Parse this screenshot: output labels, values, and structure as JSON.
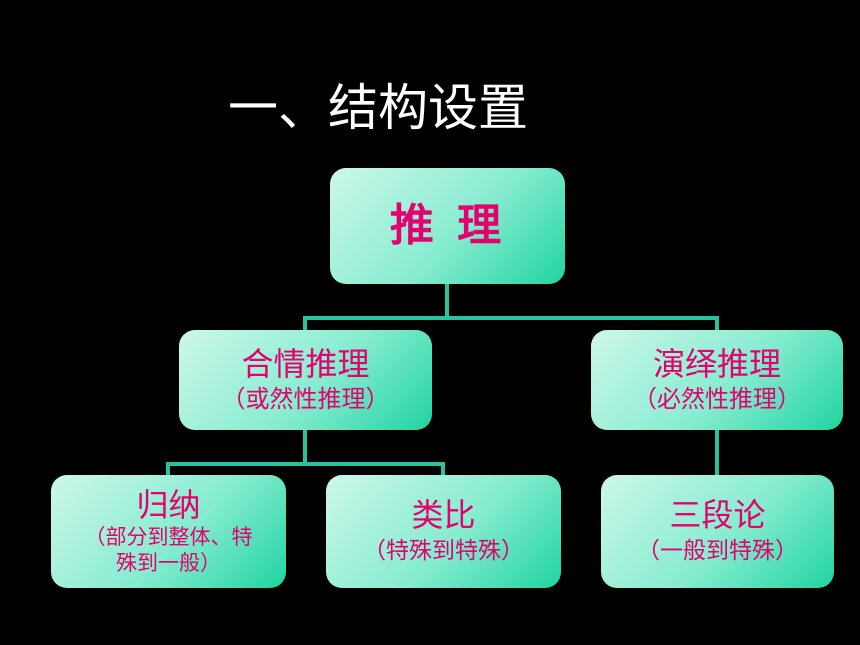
{
  "title": "一、结构设置",
  "root": {
    "label": "推 理"
  },
  "plausible": {
    "label": "合情推理",
    "sub": "（或然性推理）"
  },
  "deductive": {
    "label": "演绎推理",
    "sub": "（必然性推理）"
  },
  "induction": {
    "label": "归纳",
    "sub": "（部分到整体、特殊到一般）"
  },
  "analogy": {
    "label": "类比",
    "sub": "（特殊到特殊）"
  },
  "syllogism": {
    "label": "三段论",
    "sub": "（一般到特殊）"
  },
  "colors": {
    "background": "#000000",
    "title": "#ffffff",
    "node_text": "#e4006e",
    "node_fill": "#86ecd0",
    "connector": "#27c2a0"
  }
}
